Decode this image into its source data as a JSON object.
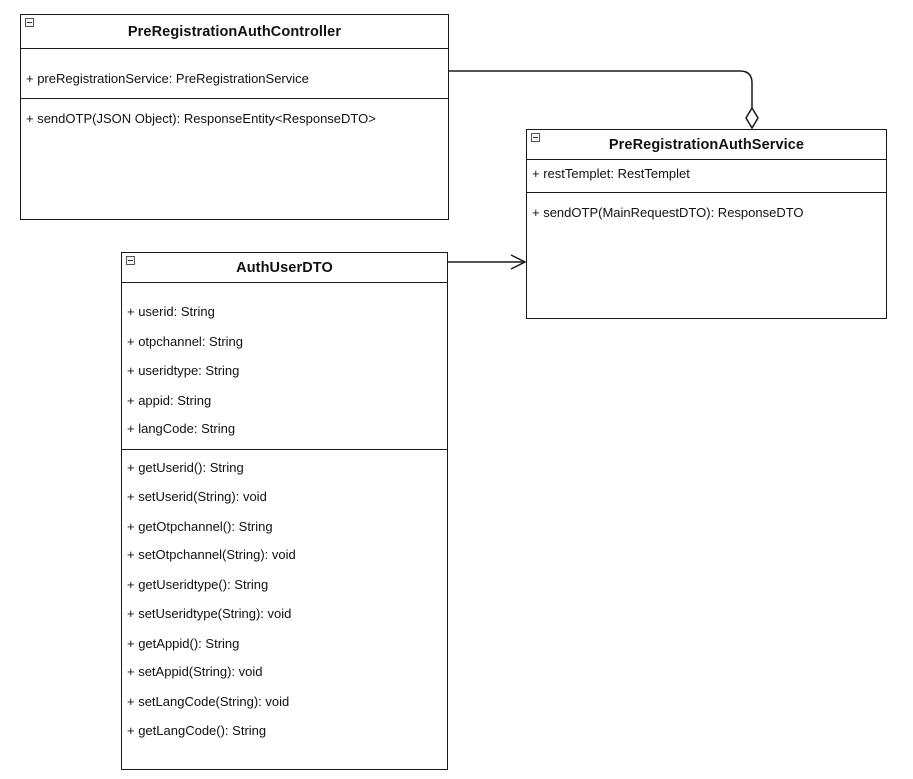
{
  "classes": {
    "controller": {
      "name": "PreRegistrationAuthController",
      "attributes": [
        "+ preRegistrationService: PreRegistrationService"
      ],
      "methods": [
        "+ sendOTP(JSON Object): ResponseEntity<ResponseDTO>"
      ]
    },
    "service": {
      "name": "PreRegistrationAuthService",
      "attributes": [
        "+ restTemplet: RestTemplet"
      ],
      "methods": [
        "+ sendOTP(MainRequestDTO): ResponseDTO"
      ]
    },
    "dto": {
      "name": "AuthUserDTO",
      "attributes": [
        "+ userid: String",
        "+ otpchannel: String",
        "+ useridtype: String",
        "+ appid: String",
        "+ langCode: String"
      ],
      "methods": [
        "+ getUserid(): String",
        "+ setUserid(String): void",
        "+ getOtpchannel(): String",
        "+ setOtpchannel(String): void",
        "+ getUseridtype(): String",
        "+ setUseridtype(String): void",
        "+ getAppid(): String",
        "+ setAppid(String): void",
        "+ setLangCode(String): void",
        "+ getLangCode(): String"
      ]
    }
  },
  "relations": [
    {
      "from": "controller",
      "to": "service",
      "type": "aggregation"
    },
    {
      "from": "dto",
      "to": "service",
      "type": "association"
    }
  ]
}
